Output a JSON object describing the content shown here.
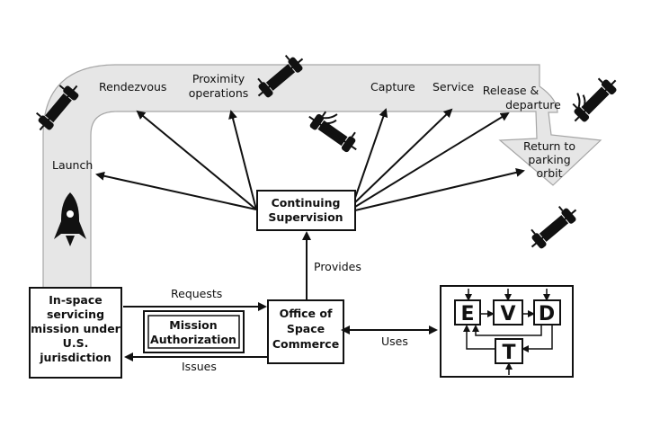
{
  "stages": {
    "launch": "Launch",
    "rendezvous": "Rendezvous",
    "proximity_line1": "Proximity",
    "proximity_line2": "operations",
    "capture": "Capture",
    "service": "Service",
    "release_line1": "Release &",
    "release_line2": "departure",
    "return_line1": "Return to",
    "return_line2": "parking",
    "return_line3": "orbit"
  },
  "boxes": {
    "continuing_line1": "Continuing",
    "continuing_line2": "Supervision",
    "mission_line1": "In-space",
    "mission_line2": "servicing",
    "mission_line3": "mission under",
    "mission_line4": "U.S.",
    "mission_line5": "jurisdiction",
    "auth_line1": "Mission",
    "auth_line2": "Authorization",
    "osc_line1": "Office of",
    "osc_line2": "Space",
    "osc_line3": "Commerce"
  },
  "arrows": {
    "provides": "Provides",
    "requests": "Requests",
    "issues": "Issues",
    "uses": "Uses"
  },
  "evdt": {
    "e": "E",
    "v": "V",
    "d": "D",
    "t": "T"
  },
  "icons": [
    "rocket-icon",
    "satellite-icon"
  ],
  "colors": {
    "path_fill": "#e6e6e6",
    "path_stroke": "#a6a6a6",
    "ink": "#111111"
  }
}
